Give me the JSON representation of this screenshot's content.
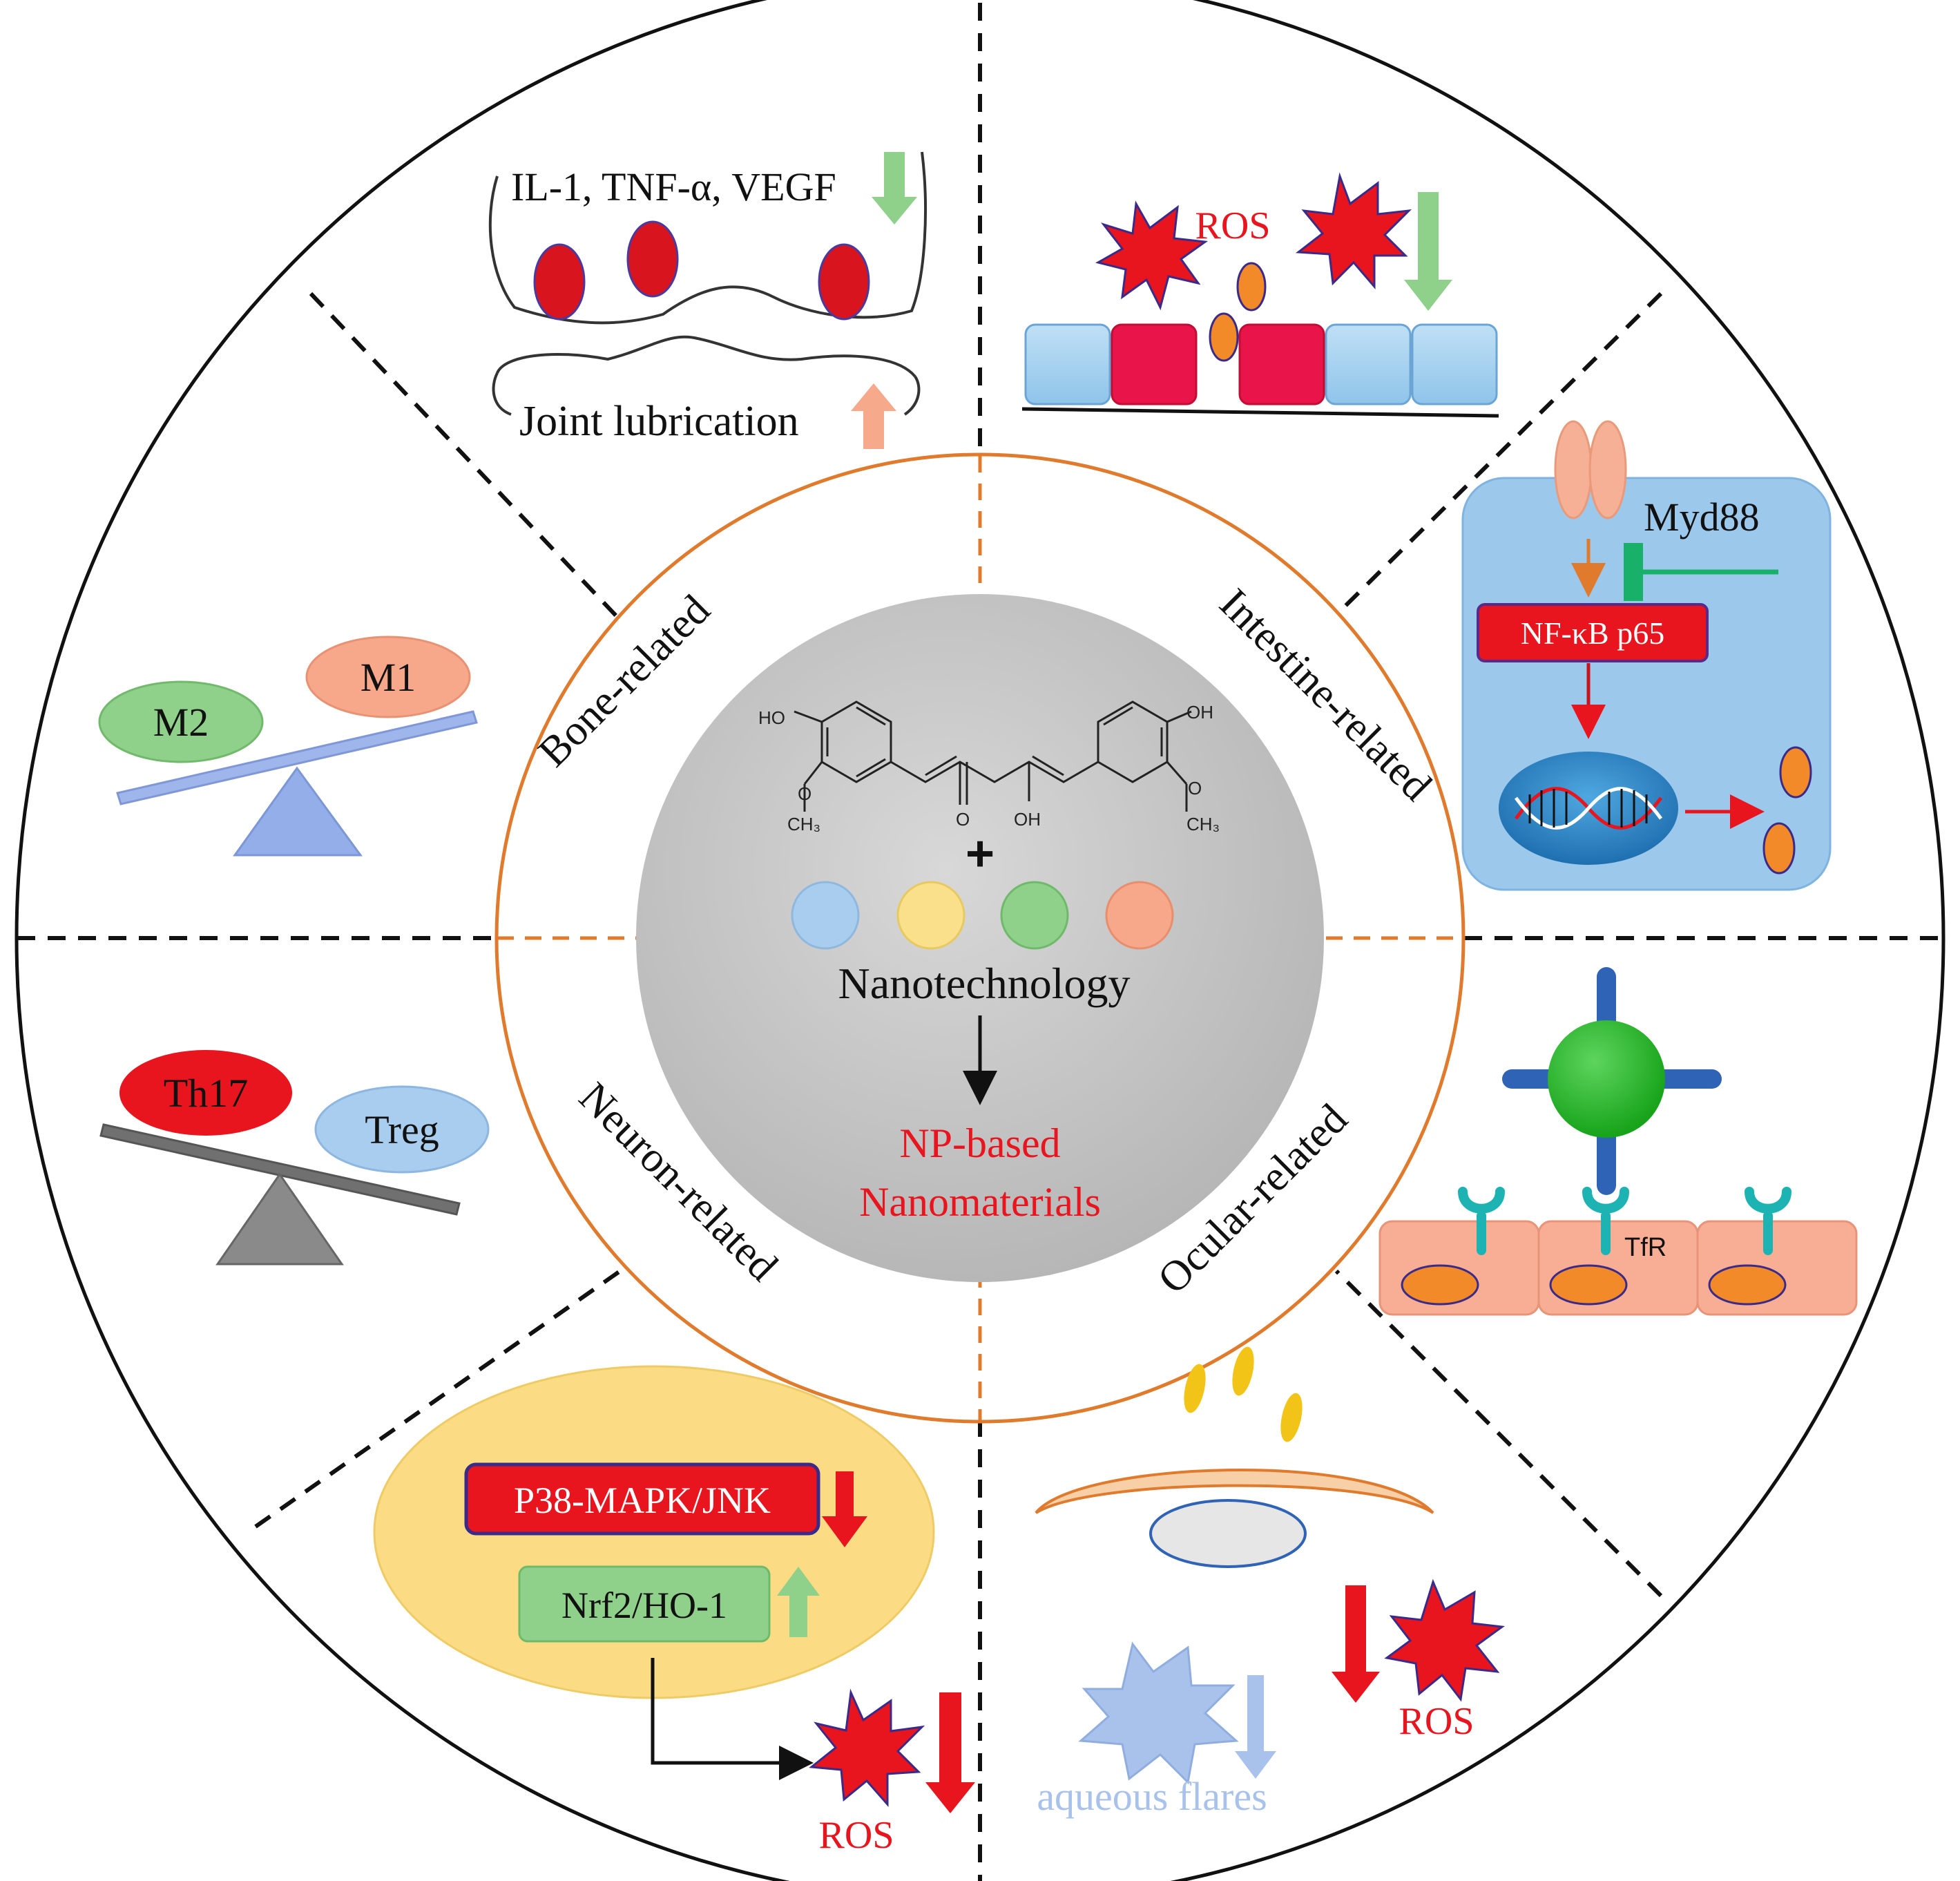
{
  "center": {
    "plus": "+",
    "technology": "Nanotechnology",
    "result_line1": "NP-based",
    "result_line2": "Nanomaterials",
    "chem": {
      "ho_left": "HO",
      "oh_right": "OH",
      "o_left": "O",
      "o_right": "O",
      "ch3_left": "CH₃",
      "ch3_right": "CH₃",
      "keto_o": "O",
      "enol_oh": "OH"
    }
  },
  "quadrants": {
    "bone": "Bone-related",
    "intestine": "Intestine-related",
    "neuron": "Neuron-related",
    "ocular": "Ocular-related"
  },
  "joint": {
    "cytokines": "IL-1, TNF-α, VEGF",
    "lubrication": "Joint lubrication"
  },
  "gut": {
    "ros": "ROS"
  },
  "macrophage": {
    "m1": "M1",
    "m2": "M2"
  },
  "tcell": {
    "th17": "Th17",
    "treg": "Treg"
  },
  "signaling": {
    "myd88": "Myd88",
    "nfkb": "NF-κB p65"
  },
  "tfr": {
    "label": "TfR"
  },
  "neuron": {
    "p38": "P38-MAPK/JNK",
    "nrf2": "Nrf2/HO-1",
    "ros": "ROS"
  },
  "eye": {
    "ros": "ROS",
    "aqueous": "aqueous flares"
  },
  "colors": {
    "orange_ring": "#e07a2c",
    "red_text": "#e8141e",
    "green_arrow": "#7cc47c",
    "center_gray": "#c8c8c8",
    "np_blue": "#a9cdee",
    "np_yellow": "#fae08a",
    "np_green": "#8fd08a",
    "np_salmon": "#f7a88a"
  }
}
